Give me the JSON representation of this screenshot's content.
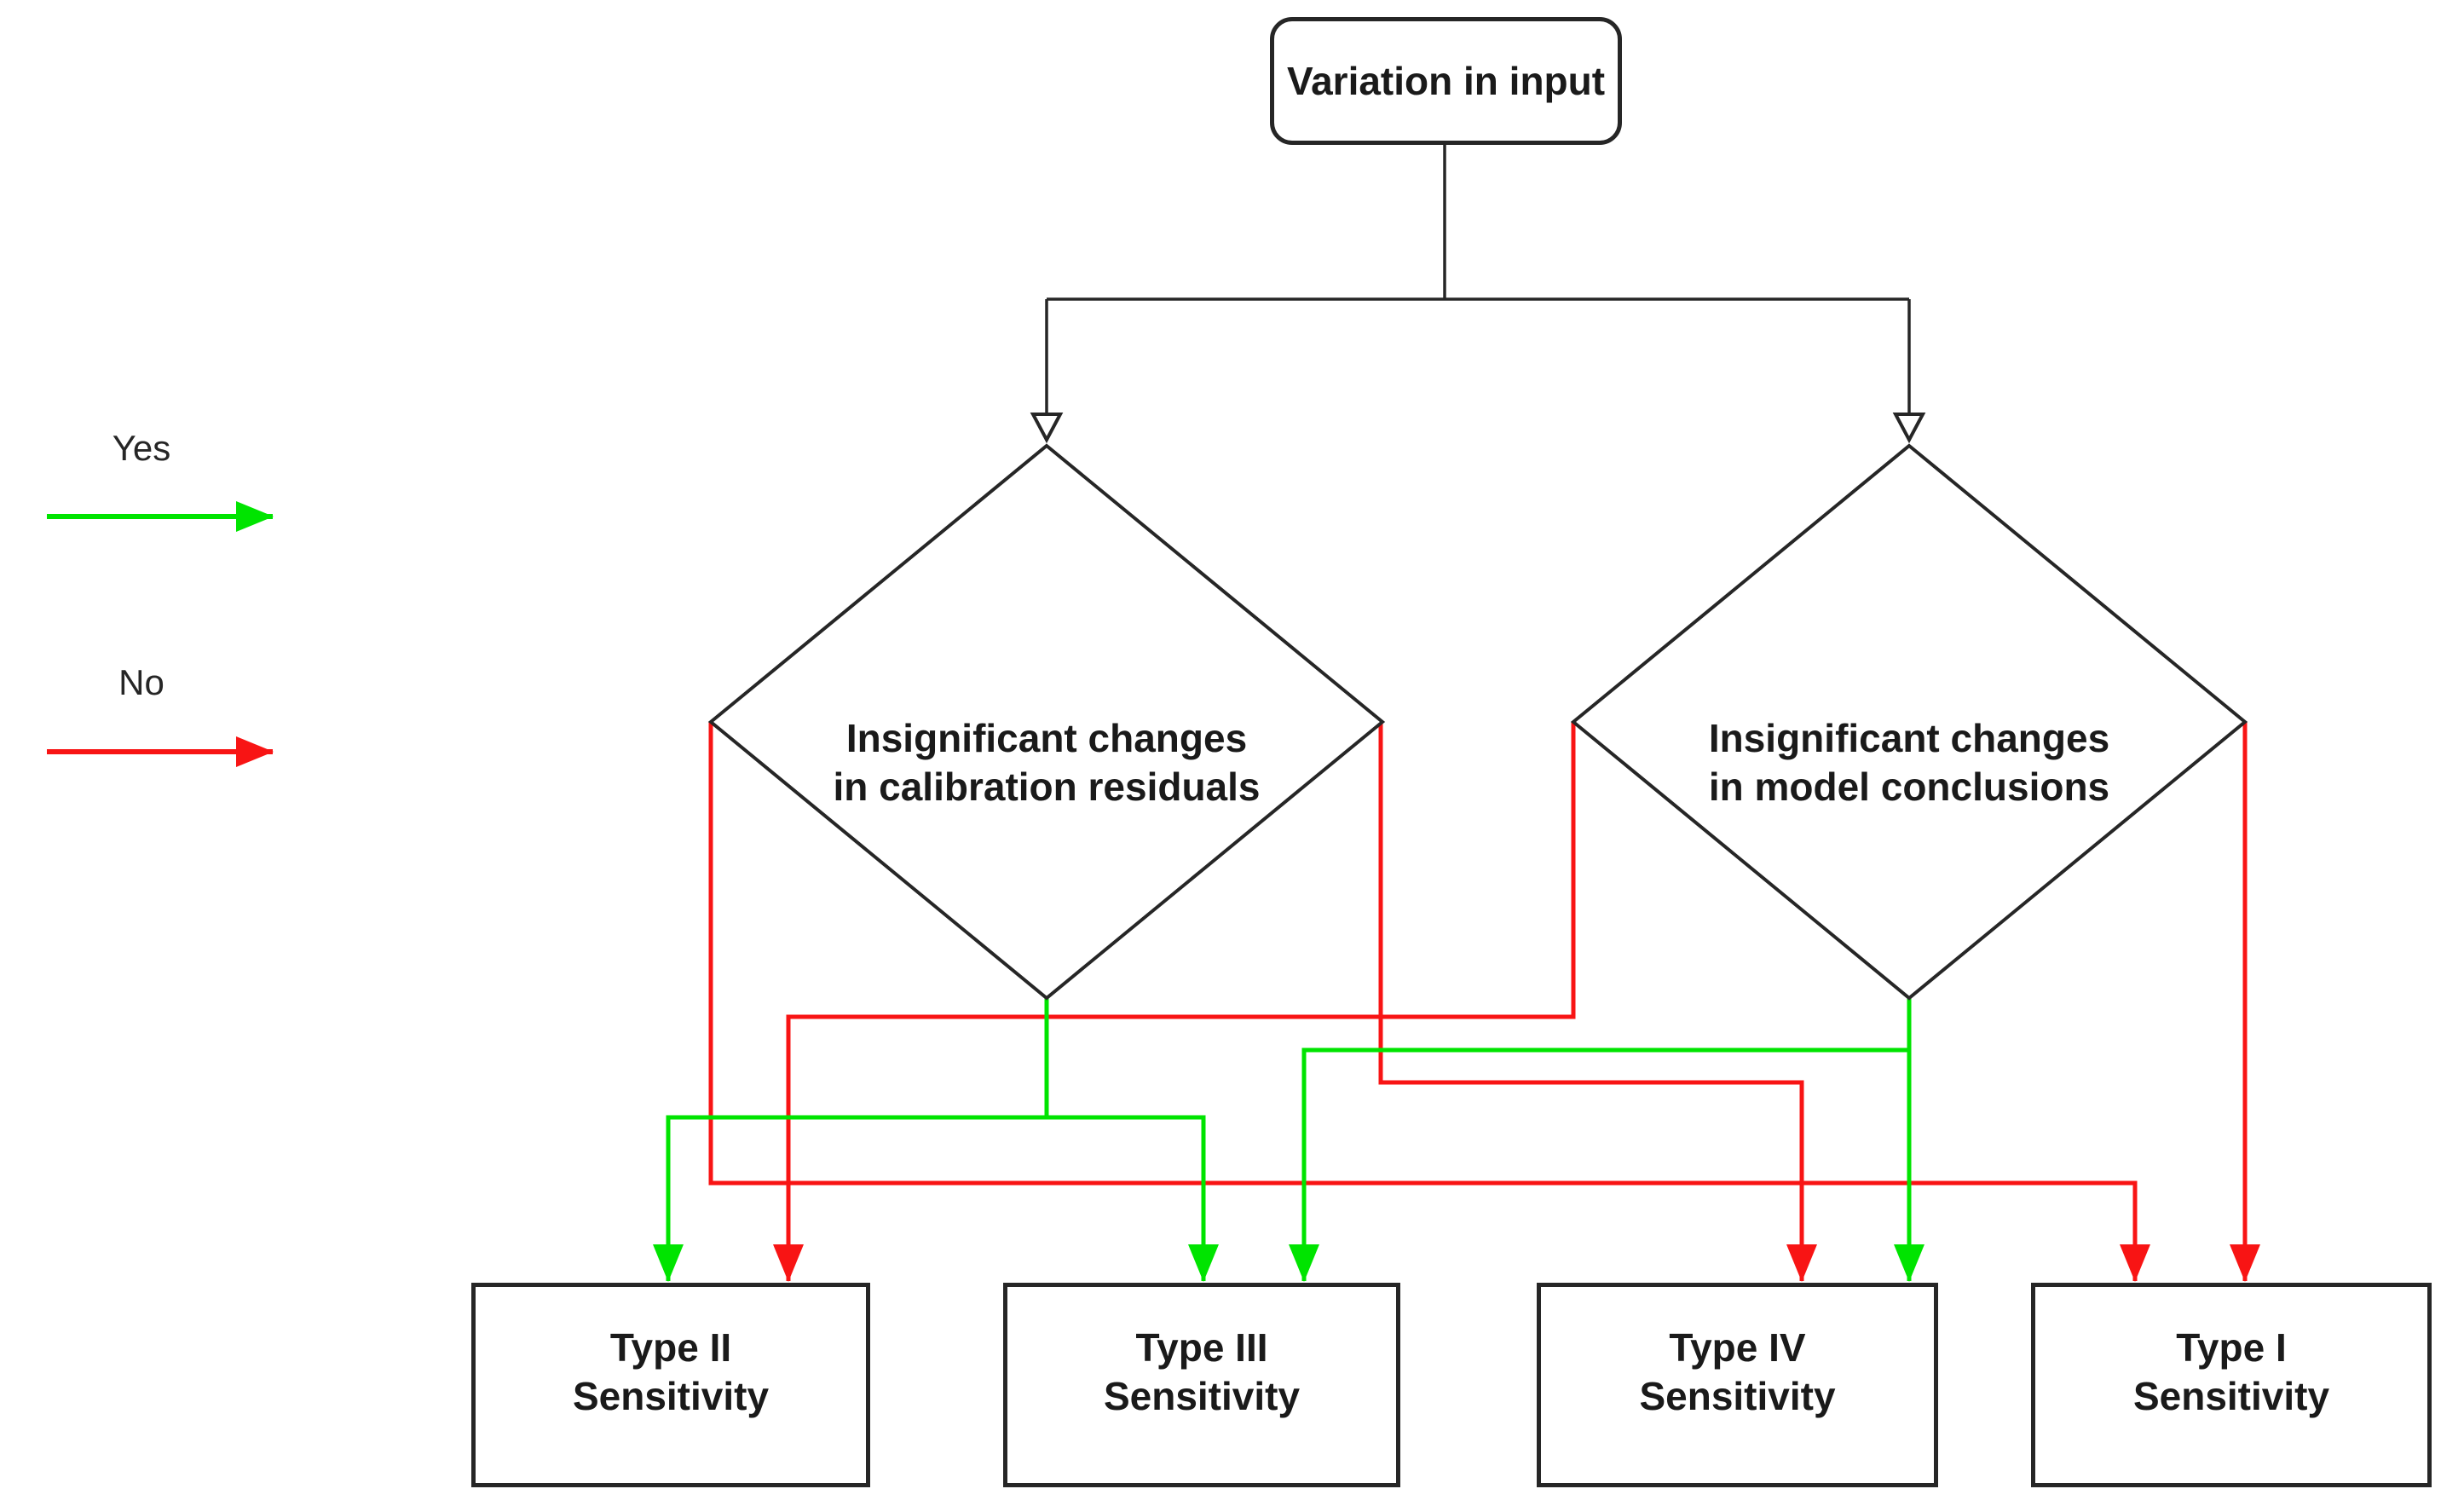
{
  "legend": {
    "items": [
      {
        "label": "Yes",
        "color": "#00e400"
      },
      {
        "label": "No",
        "color": "#f81414"
      }
    ]
  },
  "nodes": {
    "start": {
      "label": "Variation in input"
    },
    "decision_calibration": {
      "line1": "Insignificant changes",
      "line2": "in calibration residuals"
    },
    "decision_model": {
      "line1": "Insignificant changes",
      "line2": "in model conclusions"
    },
    "type_ii": {
      "line1": "Type II",
      "line2": "Sensitivity"
    },
    "type_iii": {
      "line1": "Type III",
      "line2": "Sensitivity"
    },
    "type_iv": {
      "line1": "Type IV",
      "line2": "Sensitivity"
    },
    "type_i": {
      "line1": "Type I",
      "line2": "Sensitivity"
    }
  },
  "colors": {
    "yes_green": "#00e400",
    "no_red": "#f81414",
    "line_black": "#262626",
    "background": "#ffffff"
  }
}
